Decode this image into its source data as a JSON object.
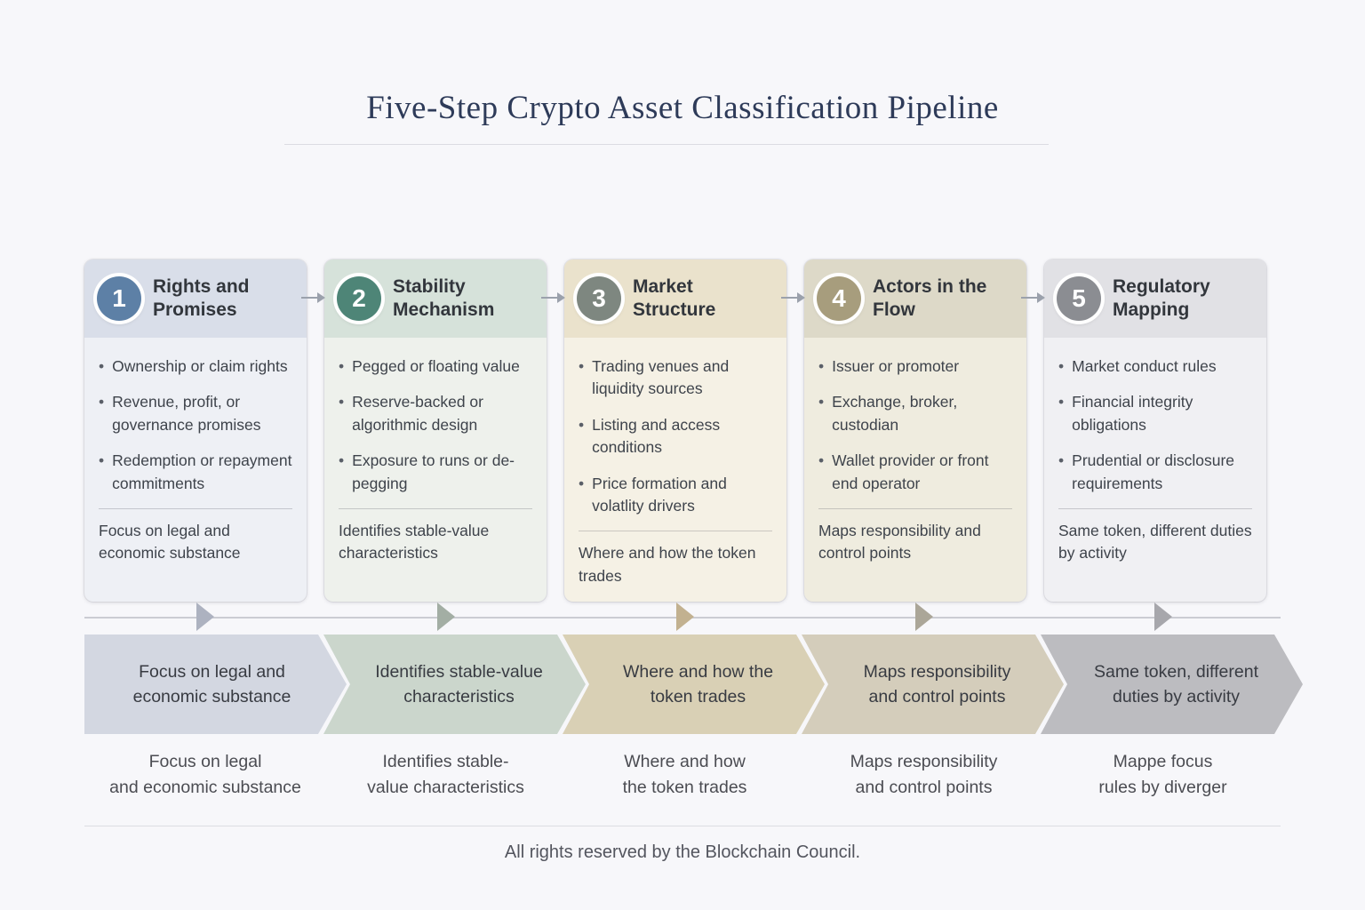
{
  "title": "Five-Step Crypto Asset Classification Pipeline",
  "footer": "All rights reserved by the Blockchain Council.",
  "steps": [
    {
      "number": "1",
      "title": "Rights and Promises",
      "bullets": [
        "Ownership or claim rights",
        "Revenue, profit, or governance promises",
        "Redemption or repayment commitments"
      ],
      "summary": "Focus on legal and economic substance",
      "chevron_lines": [
        "Focus on legal and",
        "economic substance"
      ],
      "caption_lines": [
        "Focus on legal",
        "and economic substance"
      ],
      "colors": {
        "circle": "#5d80a6",
        "header_bg": "#d9dee9",
        "body_bg": "#eef0f5",
        "chevron_bg": "#d3d7e1",
        "marker": "#adb2c0"
      }
    },
    {
      "number": "2",
      "title": "Stability Mechanism",
      "bullets": [
        "Pegged or floating value",
        "Reserve-backed or algorithmic design",
        "Exposure to runs or de-pegging"
      ],
      "summary": "Identifies stable-value characteristics",
      "chevron_lines": [
        "Identifies stable-value",
        "characteristics"
      ],
      "caption_lines": [
        "Identifies stable-",
        "value characteristics"
      ],
      "colors": {
        "circle": "#4e8577",
        "header_bg": "#d6e2da",
        "body_bg": "#eef1ec",
        "chevron_bg": "#cbd6cc",
        "marker": "#a3aea4"
      }
    },
    {
      "number": "3",
      "title": "Market Structure",
      "bullets": [
        "Trading venues and liquidity sources",
        "Listing and access conditions",
        "Price formation and volatlity drivers"
      ],
      "summary": "Where and how the token trades",
      "chevron_lines": [
        "Where and how the",
        "token trades"
      ],
      "caption_lines": [
        "Where and how",
        "the token trades"
      ],
      "colors": {
        "circle": "#7e8780",
        "header_bg": "#eae2cc",
        "body_bg": "#f5f1e5",
        "chevron_bg": "#d9d0b5",
        "marker": "#c2b190"
      }
    },
    {
      "number": "4",
      "title": "Actors in the Flow",
      "bullets": [
        "Issuer or promoter",
        "Exchange, broker, custodian",
        "Wallet provider or front end operator"
      ],
      "summary": "Maps responsibility and control points",
      "chevron_lines": [
        "Maps responsibility",
        "and control points"
      ],
      "caption_lines": [
        "Maps responsibility",
        "and control points"
      ],
      "colors": {
        "circle": "#a79d7d",
        "header_bg": "#ddd9c8",
        "body_bg": "#efecdf",
        "chevron_bg": "#d4cdbb",
        "marker": "#aba698"
      }
    },
    {
      "number": "5",
      "title": "Regulatory Mapping",
      "bullets": [
        "Market conduct rules",
        "Financial integrity obligations",
        "Prudential or disclosure requirements"
      ],
      "summary": "Same token, different duties by activity",
      "chevron_lines": [
        "Same token, different",
        "duties by activity"
      ],
      "caption_lines": [
        "Mappe focus",
        "rules by diverger"
      ],
      "colors": {
        "circle": "#8b8d92",
        "header_bg": "#e1e1e5",
        "body_bg": "#f0f0f3",
        "chevron_bg": "#bcbcc0",
        "marker": "#a7a7ac"
      }
    }
  ]
}
